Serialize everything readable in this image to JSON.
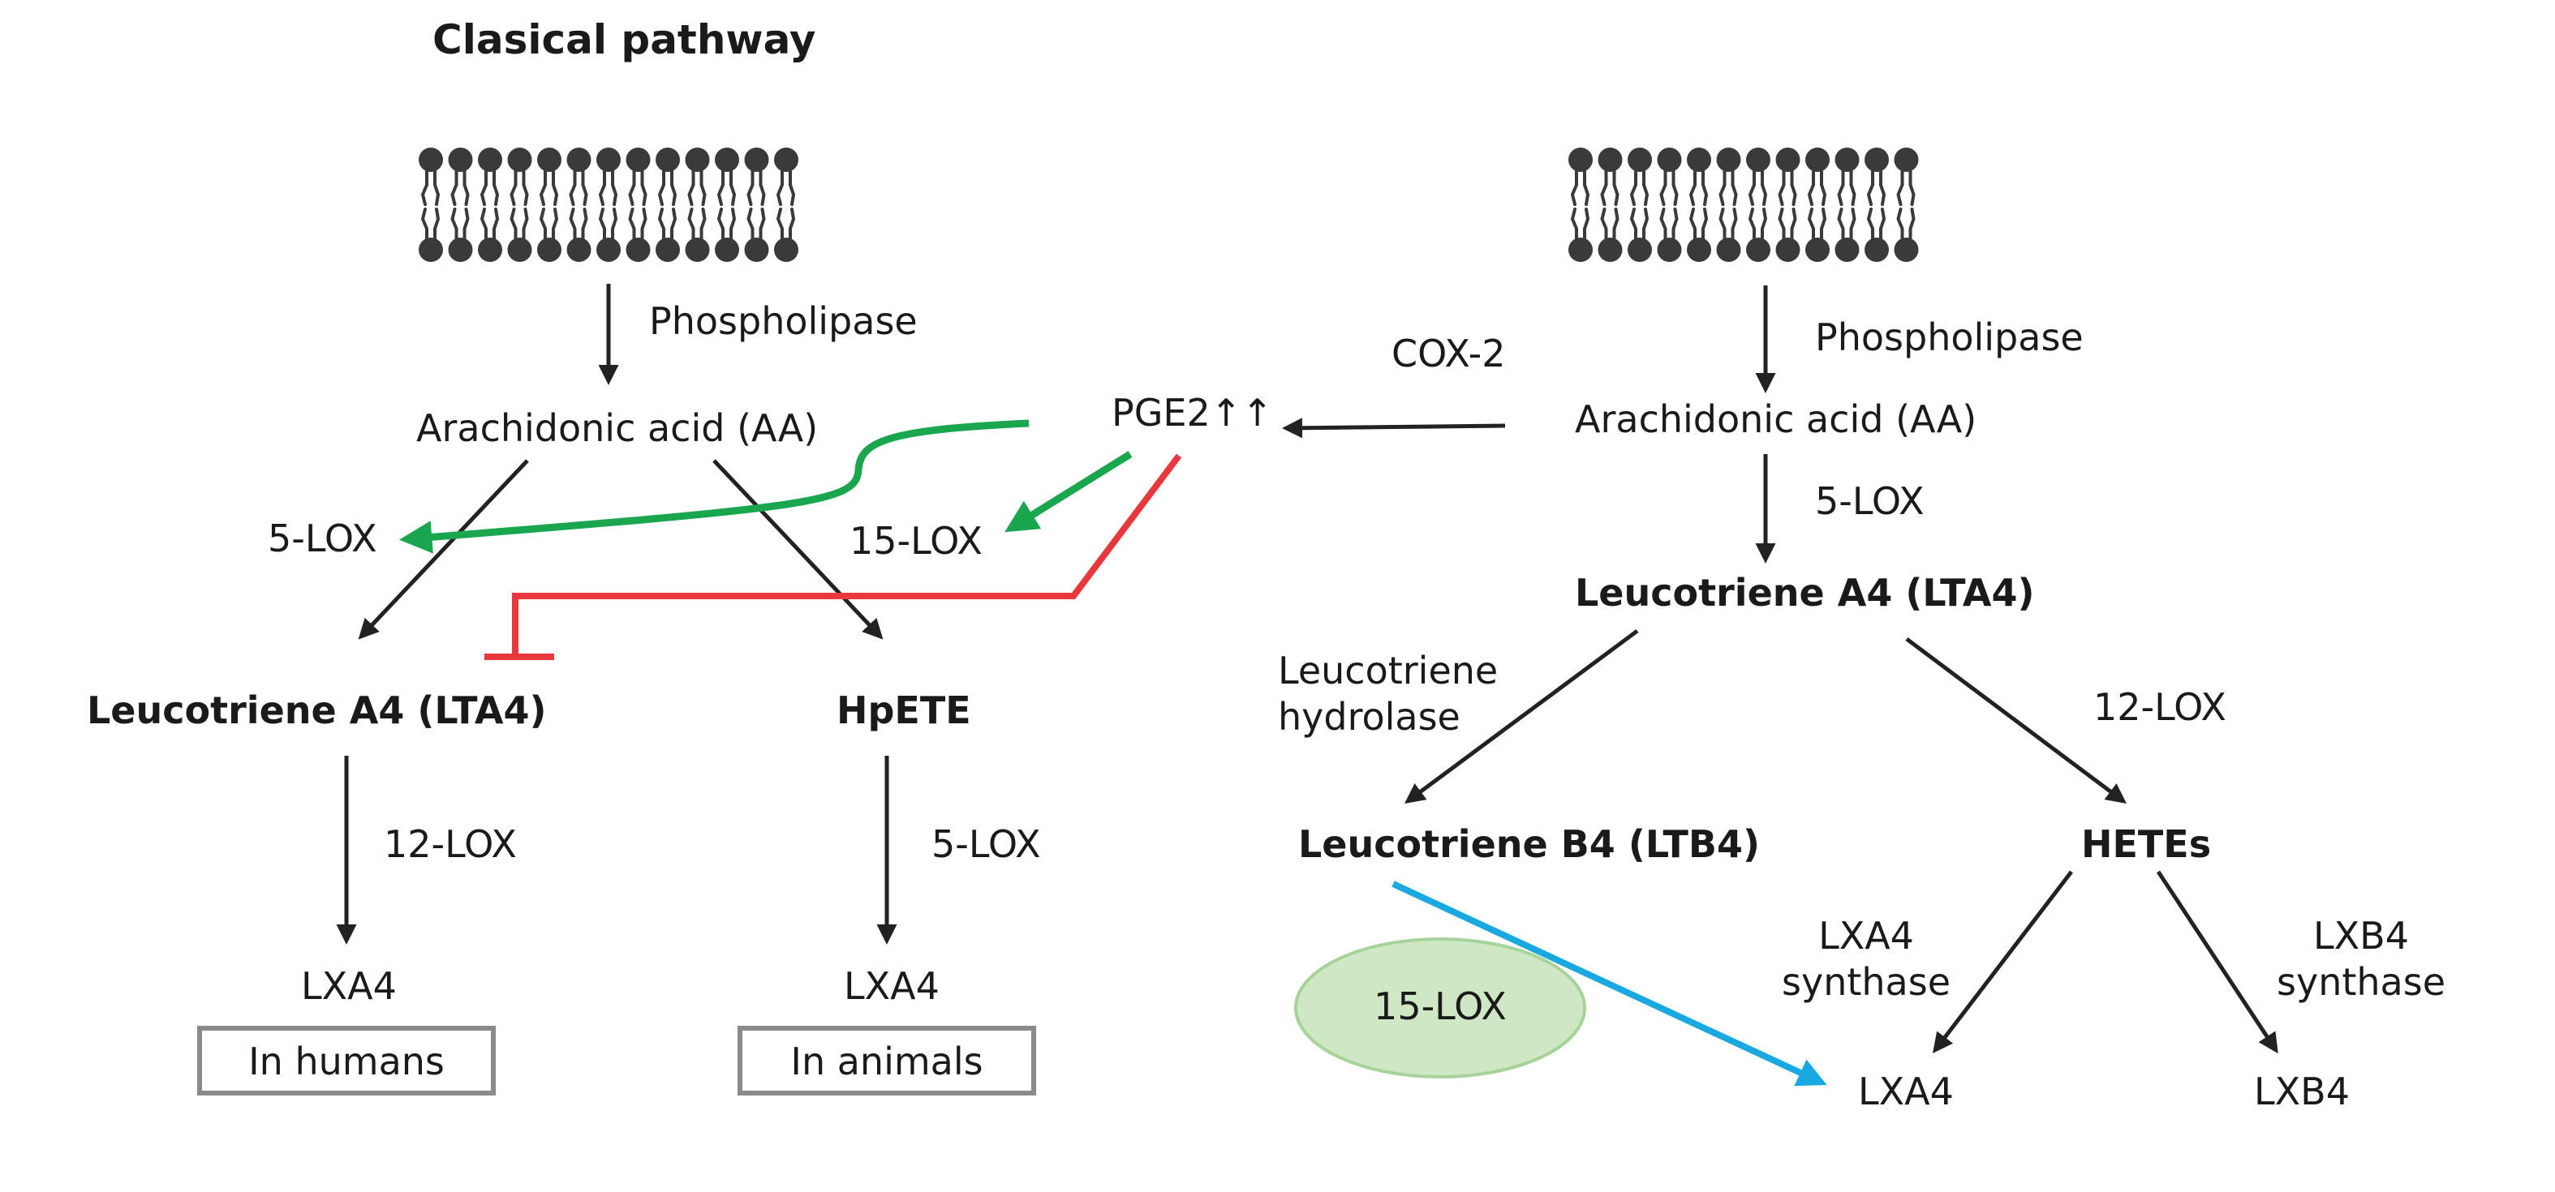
{
  "title": "Clasical pathway",
  "left": {
    "phospholipase": "Phospholipase",
    "arachidonic_acid": "Arachidonic acid (AA)",
    "lox5": "5-LOX",
    "lox15": "15-LOX",
    "lta4": "Leucotriene A4 (LTA4)",
    "hpete": "HpETE",
    "lox12": "12-LOX",
    "lox5_b": "5-LOX",
    "lxa4_humans": "LXA4",
    "lxa4_animals": "LXA4",
    "in_humans": "In humans",
    "in_animals": "In animals"
  },
  "center": {
    "pge2": "PGE2↑↑",
    "cox2": "COX-2"
  },
  "right": {
    "phospholipase": "Phospholipase",
    "arachidonic_acid": "Arachidonic acid (AA)",
    "lox5": "5-LOX",
    "lta4": "Leucotriene A4 (LTA4)",
    "hydrolase_line1": "Leucotriene",
    "hydrolase_line2": "hydrolase",
    "lox12": "12-LOX",
    "ltb4": "Leucotriene B4 (LTB4)",
    "hetes": "HETEs",
    "lox15": "15-LOX",
    "lxa4_synthase_line1": "LXA4",
    "lxa4_synthase_line2": "synthase",
    "lxb4_synthase_line1": "LXB4",
    "lxb4_synthase_line2": "synthase",
    "lxa4": "LXA4",
    "lxb4": "LXB4"
  },
  "colors": {
    "stimulate": "#1aa64e",
    "inhibit": "#e8383d",
    "lox15_path": "#1aa8e0",
    "lox15_ellipse_fill": "#cfe7c4",
    "lox15_ellipse_stroke": "#a6d39a",
    "membrane": "#3a3a3a",
    "arrow": "#222222"
  }
}
